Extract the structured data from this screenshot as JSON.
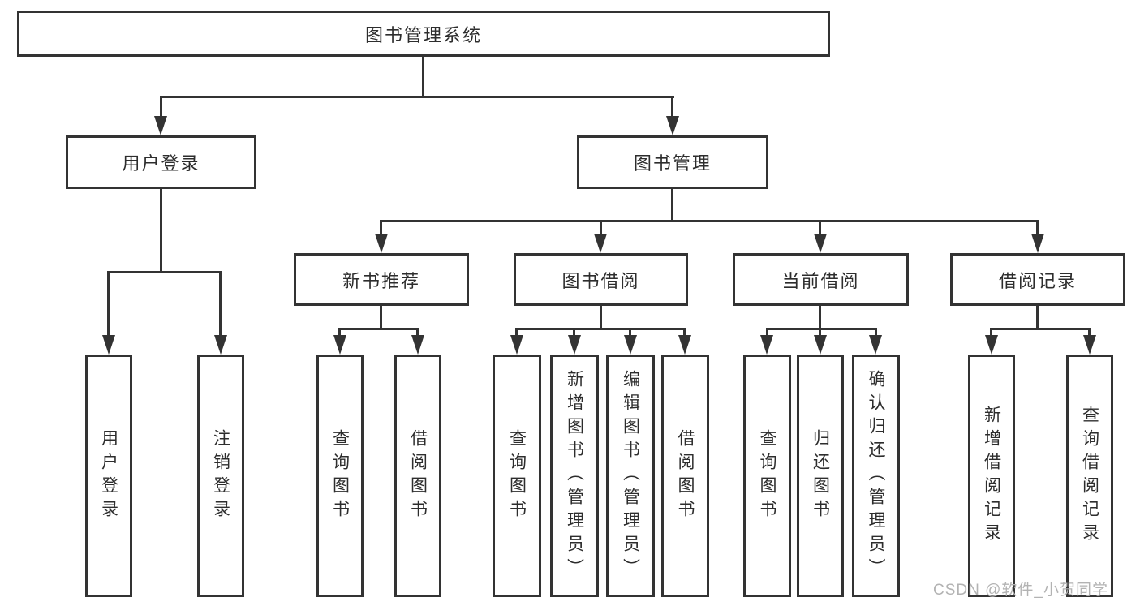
{
  "diagram": {
    "title": "图书管理系统",
    "level2": [
      {
        "label": "用户登录",
        "children": [
          "用户登录",
          "注销登录"
        ]
      },
      {
        "label": "图书管理",
        "children": [
          {
            "label": "新书推荐",
            "children": [
              "查询图书",
              "借阅图书"
            ]
          },
          {
            "label": "图书借阅",
            "children": [
              "查询图书",
              "新增图书（管理员）",
              "编辑图书（管理员）",
              "借阅图书"
            ]
          },
          {
            "label": "当前借阅",
            "children": [
              "查询图书",
              "归还图书",
              "确认归还（管理员）"
            ]
          },
          {
            "label": "借阅记录",
            "children": [
              "新增借阅记录",
              "查询借阅记录"
            ]
          }
        ]
      }
    ],
    "colors": {
      "line": "#333333",
      "box_border": "#333333",
      "text": "#2d2d2d",
      "background": "#ffffff",
      "watermark": "#b3b3b3"
    }
  },
  "watermark": {
    "text": "CSDN @软件_小贺同学"
  }
}
